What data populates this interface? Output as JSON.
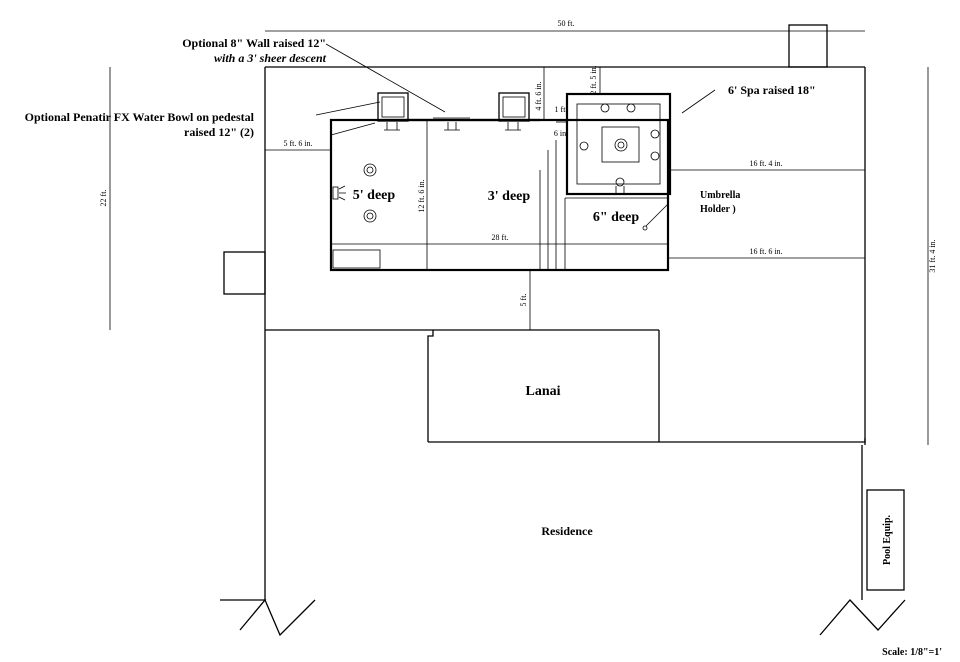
{
  "dimensions": {
    "overall_width": "50 ft.",
    "left_depth": "22 ft.",
    "right_depth": "31 ft. 4 in.",
    "pool_length": "28 ft.",
    "pool_width": "12 ft. 6 in.",
    "setback_left": "5 ft. 6 in.",
    "wall_offset": "4 ft. 6 in.",
    "spa_gap": "1 ft.",
    "spa_gap_b": "6 in.",
    "spa_top": "2 ft. 5 in.",
    "spa_right": "16 ft. 4 in.",
    "pool_right": "16 ft. 6 in.",
    "lanai_gap": "5 ft."
  },
  "labels": {
    "wall_title": "Optional 8\" Wall raised 12\"",
    "wall_sub": "with a 3' sheer descent",
    "bowl_line1": "Optional Penatir FX Water Bowl on pedestal",
    "bowl_line2": "raised 12\" (2)",
    "spa": "6' Spa raised 18\"",
    "umbrella_line1": "Umbrella",
    "umbrella_line2": "Holder )",
    "deep5": "5' deep",
    "deep3": "3' deep",
    "deep6": "6\" deep",
    "lanai": "Lanai",
    "residence": "Residence",
    "pool_equip": "Pool Equip.",
    "scale": "Scale: 1/8\"=1'"
  },
  "colors": {
    "line": "#000000",
    "background": "#ffffff"
  },
  "icons": [
    "jet-icon",
    "drain-icon",
    "light-icon",
    "water-bowl-icon",
    "bubbler-icon",
    "umbrella-holder-icon"
  ]
}
